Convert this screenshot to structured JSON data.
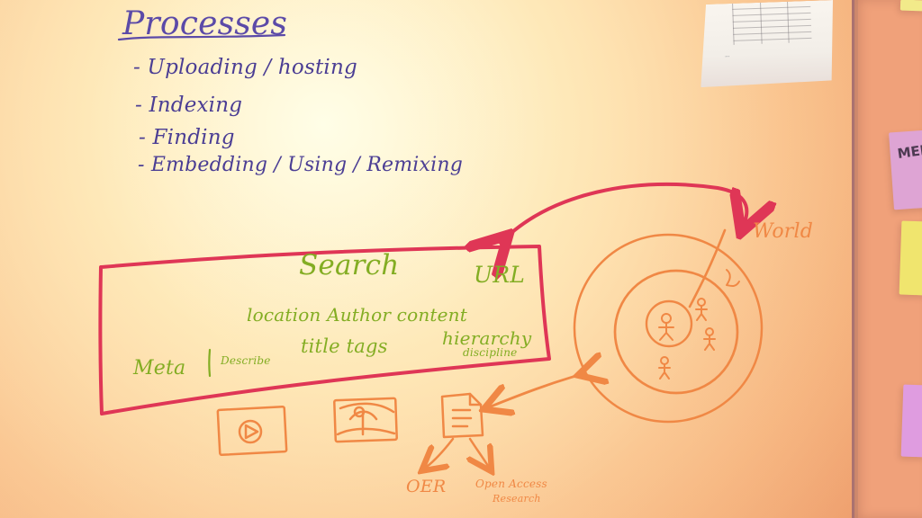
{
  "heading": "Processes",
  "process_items": [
    "- Uploading / hosting",
    "- Indexing",
    "- Finding",
    "- Embedding / Using / Remixing"
  ],
  "search_box": {
    "title": "Search",
    "url": "URL",
    "row_two": "location   Author   content",
    "meta": "Meta",
    "describe": "Describe",
    "row_three_middle": "title   tags",
    "hierarchy": "hierarchy",
    "discipline": "discipline"
  },
  "world_label": "World",
  "outputs": {
    "oer": "OER",
    "open_access_1": "Open Access",
    "open_access_2": "Research"
  },
  "wall_notes": {
    "meeting": "MEE"
  },
  "paper_text": "..."
}
